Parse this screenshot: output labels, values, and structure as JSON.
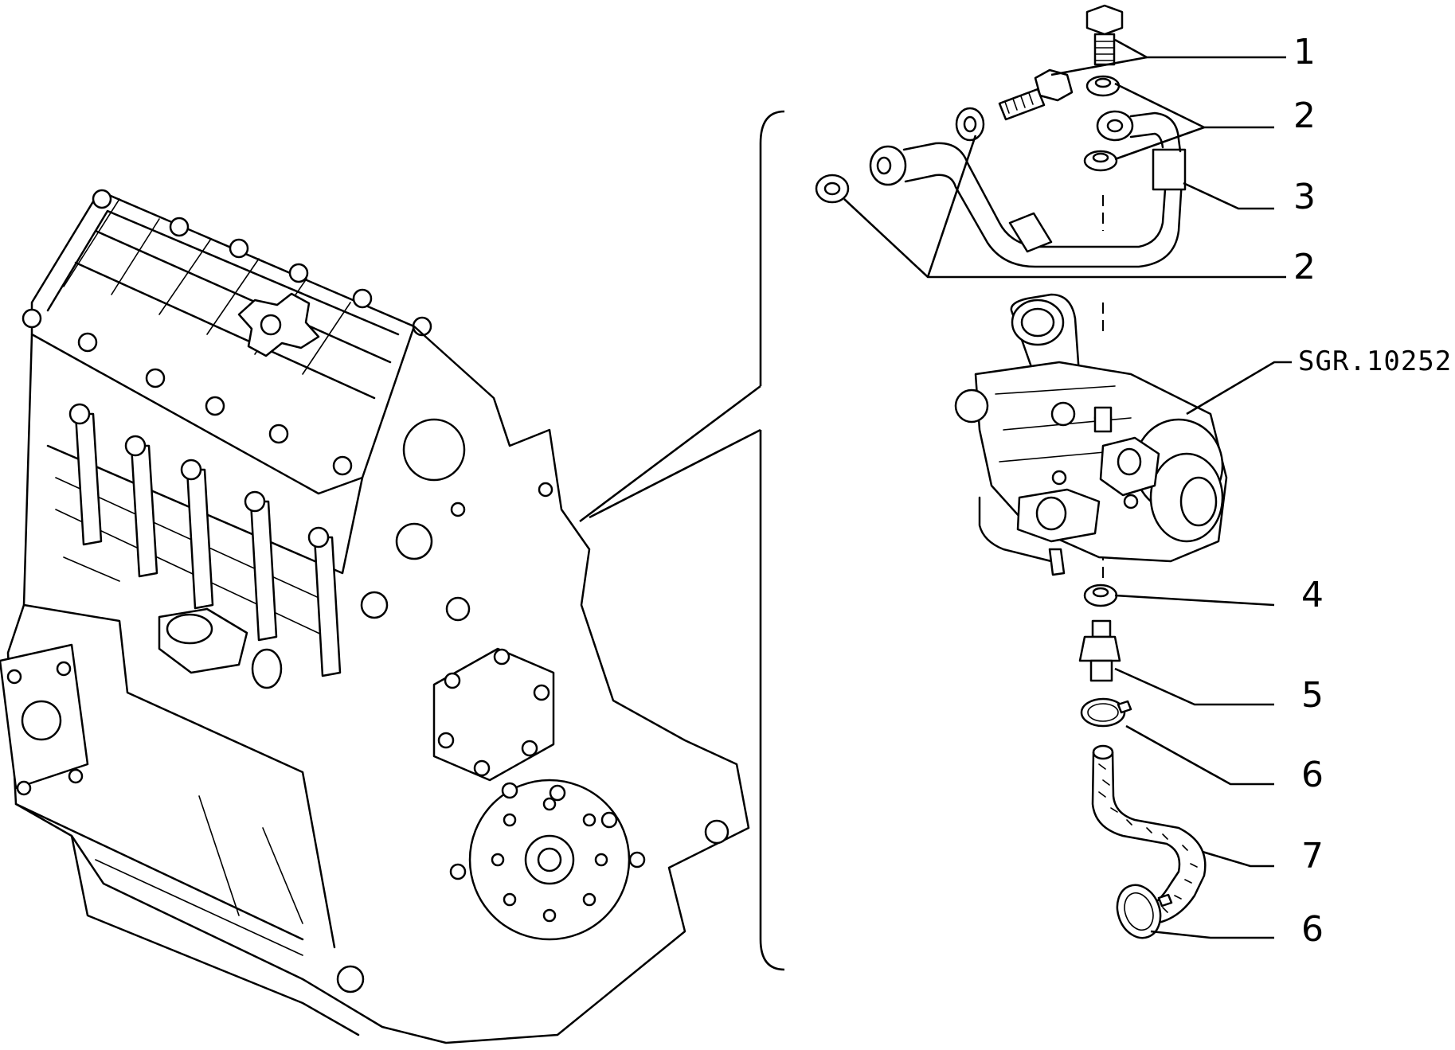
{
  "diagram": {
    "reference_code": "SGR.10252",
    "callouts": [
      {
        "id": "c1",
        "label": "1"
      },
      {
        "id": "c2a",
        "label": "2"
      },
      {
        "id": "c3",
        "label": "3"
      },
      {
        "id": "c2b",
        "label": "2"
      },
      {
        "id": "c4",
        "label": "4"
      },
      {
        "id": "c5",
        "label": "5"
      },
      {
        "id": "c6a",
        "label": "6"
      },
      {
        "id": "c7",
        "label": "7"
      },
      {
        "id": "c6b",
        "label": "6"
      }
    ]
  }
}
